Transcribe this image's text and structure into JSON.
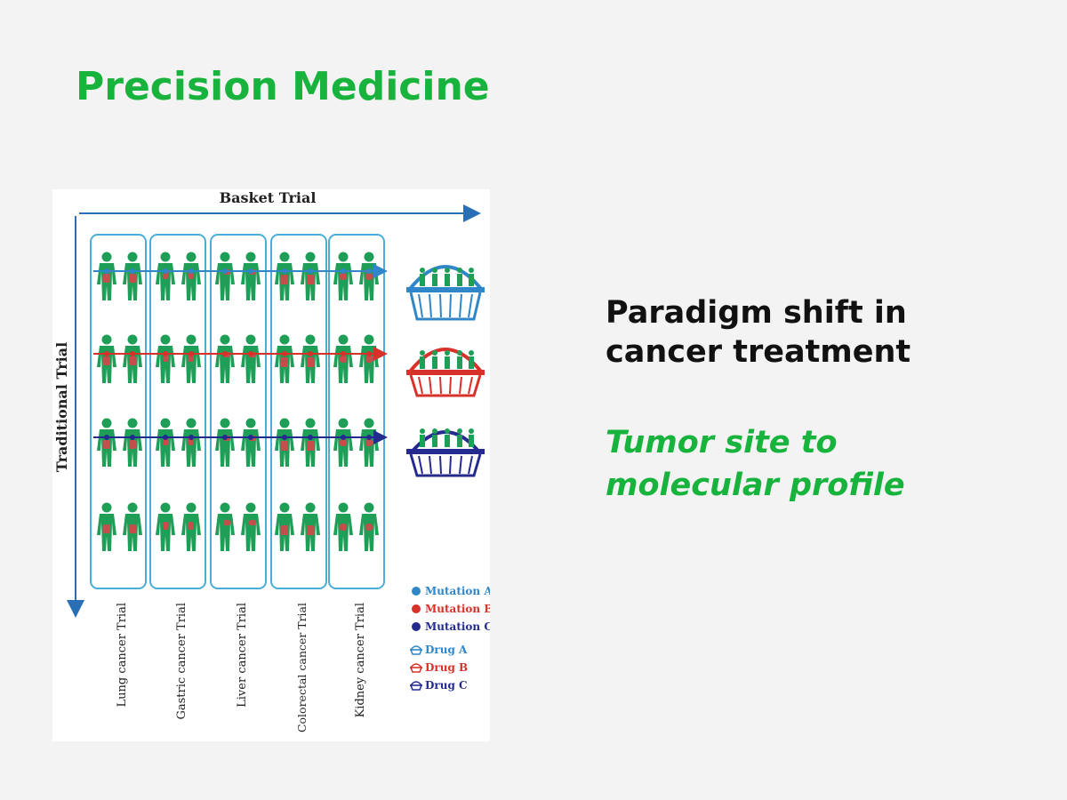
{
  "slide": {
    "title": "Precision Medicine",
    "headline_line1": "Paradigm shift in",
    "headline_line2": "cancer treatment",
    "subhead_line1": "Tumor site to",
    "subhead_line2": "molecular profile"
  },
  "diagram": {
    "basket_axis_label": "Basket Trial",
    "traditional_axis_label": "Traditional Trial",
    "trials": [
      "Lung cancer Trial",
      "Gastric cancer Trial",
      "Liver cancer Trial",
      "Colorectal cancer Trial",
      "Kidney cancer Trial"
    ],
    "legend": {
      "mutation_a": "Mutation A",
      "mutation_b": "Mutation B",
      "mutation_c": "Mutation C",
      "drug_a": "Drug A",
      "drug_b": "Drug B",
      "drug_c": "Drug C"
    },
    "colors": {
      "title_green": "#17b33c",
      "person_green": "#1e9e56",
      "organ_red": "#e0424c",
      "mutation_a": "#2f86c8",
      "mutation_b": "#d7312a",
      "mutation_c": "#252a8f",
      "column_border": "#4aaed8",
      "axis_blue": "#2a6fb5"
    }
  }
}
